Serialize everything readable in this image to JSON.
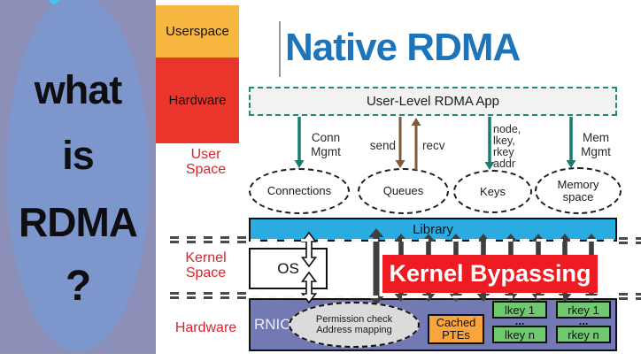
{
  "left_panel": {
    "lines": [
      "what",
      "is",
      "RDMA",
      "?"
    ]
  },
  "legend": {
    "userspace": "Userspace",
    "hardware": "Hardware"
  },
  "layers": {
    "user_space": [
      "User",
      "Space"
    ],
    "kernel_space": [
      "Kernel",
      "Space"
    ],
    "hardware": "Hardware"
  },
  "title": "Native RDMA",
  "app": {
    "label": "User-Level RDMA App"
  },
  "arrows": {
    "conn_mgmt": [
      "Conn",
      "Mgmt"
    ],
    "send": "send",
    "recv": "recv",
    "node_keys": [
      "node,",
      "lkey,",
      "rkey",
      "addr"
    ],
    "mem_mgmt": [
      "Mem",
      "Mgmt"
    ]
  },
  "clouds": {
    "connections": "Connections",
    "queues": "Queues",
    "keys": "Keys",
    "memory": [
      "Memory",
      "space"
    ]
  },
  "kernel": {
    "library": "Library",
    "os": "OS",
    "bypass": "Kernel Bypassing"
  },
  "hardware_layer": {
    "rnic": "RNIC",
    "permission": [
      "Permission check",
      "Address mapping"
    ],
    "cached_ptes": [
      "Cached",
      "PTEs"
    ],
    "keys": {
      "lkey1": "lkey 1",
      "rkey1": "rkey 1",
      "lkeyn": "lkey n",
      "rkeyn": "rkey n",
      "ellipsis": "..."
    }
  },
  "colors": {
    "panel_purple": "#8C90B8",
    "ellipse_blue": "#7D96CB",
    "userspace_orange": "#F7B63F",
    "hardware_red": "#E9352B",
    "layer_label_red": "#D9242B",
    "title_blue": "#1C75BB",
    "teal_arrow": "#197C70",
    "brown_arrow": "#7E5B39",
    "library_cyan": "#2AACE2",
    "bypass_red": "#EE1B22",
    "rnic_purple": "#7379B3",
    "key_green": "#6FCA6F",
    "pte_orange": "#F9A53B",
    "permission_gray": "#DBDBDB"
  }
}
